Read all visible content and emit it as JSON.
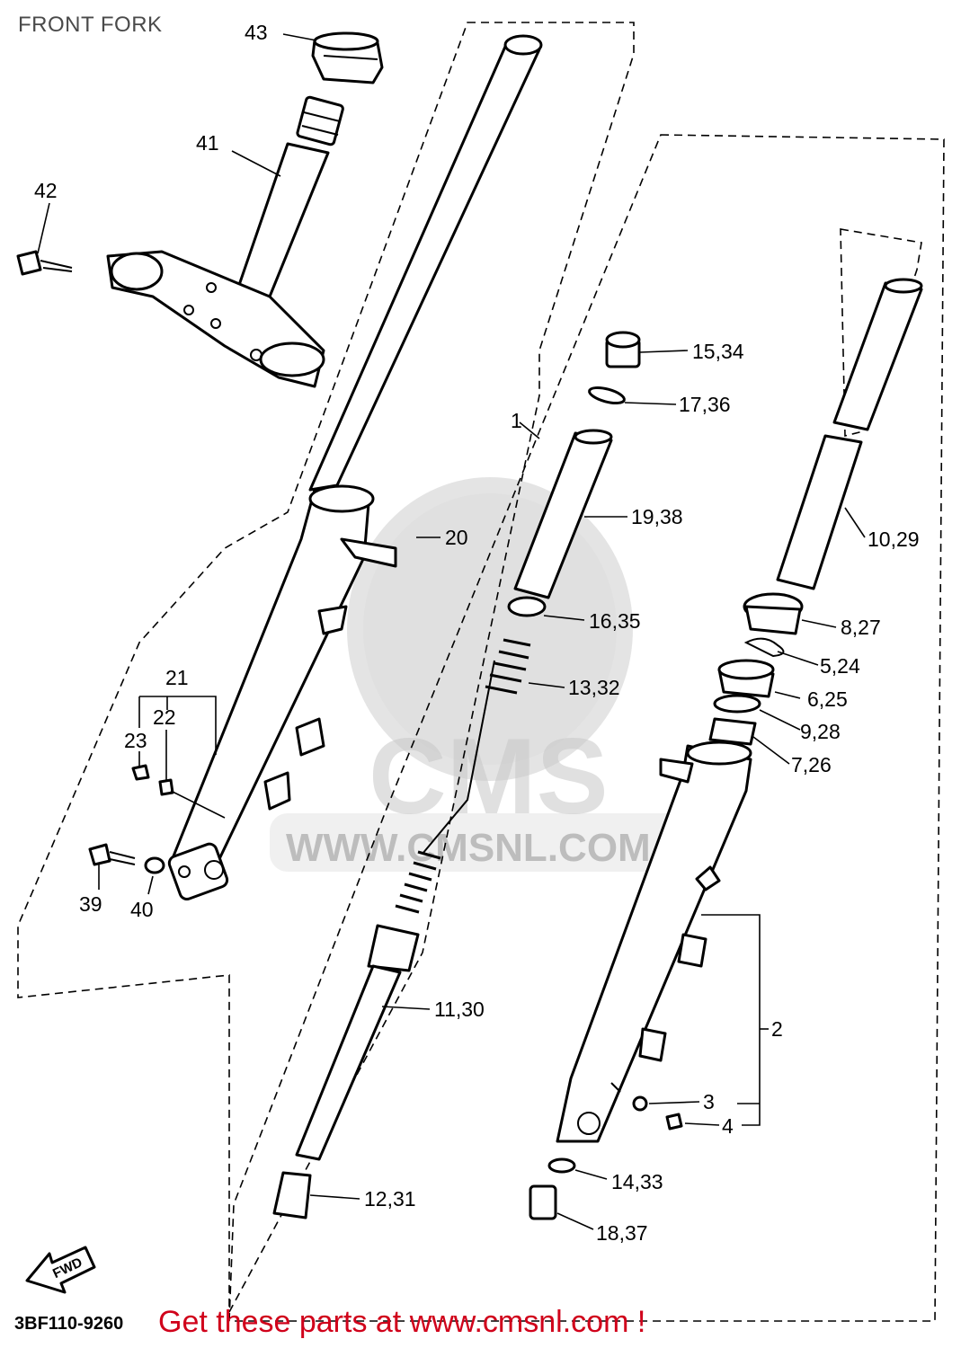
{
  "title": "FRONT FORK",
  "diagram_code": "3BF110-9260",
  "footer_text": "Get these parts at www.cmsnl.com !",
  "watermark": {
    "brand": "CMS",
    "url": "WWW.CMSNL.COM"
  },
  "fwd_label": "FWD",
  "labels": {
    "p43": "43",
    "p41": "41",
    "p42": "42",
    "p20": "20",
    "p21": "21",
    "p22": "22",
    "p23": "23",
    "p39": "39",
    "p40": "40",
    "p1": "1",
    "p15_34": "15,34",
    "p17_36": "17,36",
    "p19_38": "19,38",
    "p16_35": "16,35",
    "p13_32": "13,32",
    "p11_30": "11,30",
    "p12_31": "12,31",
    "p10_29": "10,29",
    "p8_27": "8,27",
    "p5_24": "5,24",
    "p6_25": "6,25",
    "p9_28": "9,28",
    "p7_26": "7,26",
    "p2": "2",
    "p3": "3",
    "p4": "4",
    "p14_33": "14,33",
    "p18_37": "18,37"
  }
}
